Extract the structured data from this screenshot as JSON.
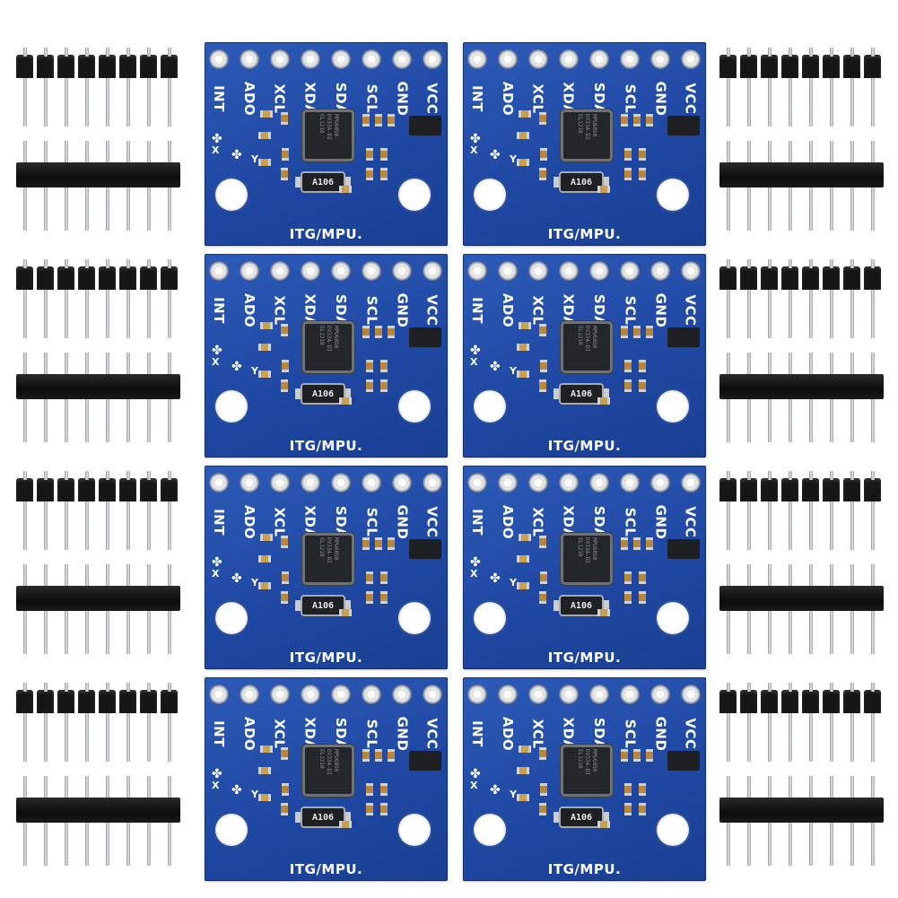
{
  "board": {
    "pin_labels": [
      "INT",
      "ADO",
      "XCL",
      "XDA",
      "SDA",
      "SCL",
      "GND",
      "VCC"
    ],
    "brand_label": "ITG/MPU.",
    "regulator_label": "A106",
    "axis_x": "X",
    "axis_y": "Y",
    "chip_marking": "MPU6050 DV33A-DI EL1210",
    "colors": {
      "pcb": "#1f48a3",
      "silkscreen": "#ffffff",
      "header_plastic": "#111111",
      "pin_metal": "#c9ccd0"
    }
  },
  "layout_rows": 4,
  "boards_per_row": 2,
  "headers_per_row": 2,
  "pins_per_header": 8
}
